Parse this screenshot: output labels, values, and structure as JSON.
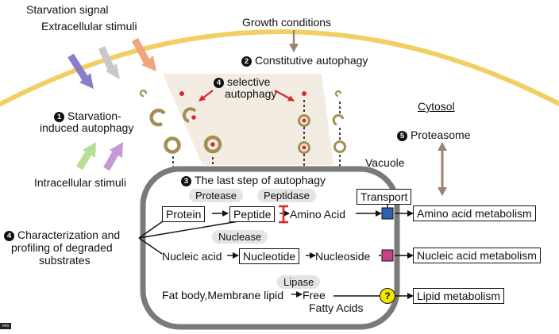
{
  "labels": {
    "starvation_signal": "Starvation signal",
    "extracellular_stimuli": "Extracellular stimuli",
    "growth_conditions": "Growth conditions",
    "constitutive_num": "2",
    "constitutive_autophagy": "Constitutive autophagy",
    "selective_num": "4",
    "selective_line1": "selective",
    "selective_line2": "autophagy",
    "cytosol": "Cytosol",
    "starvation_num": "1",
    "starvation_line1": "Starvation-",
    "starvation_line2": "induced autophagy",
    "proteasome_num": "5",
    "proteasome": "Proteasome",
    "intracellular_stimuli": "Intracellular stimuli",
    "vacuole": "Vacuole",
    "last_step_num": "3",
    "last_step": "The last step of autophagy",
    "characterization_num": "4",
    "characterization_line1": "Characterization and",
    "characterization_line2": "profiling of degraded",
    "characterization_line3": "substrates",
    "scale_bar": "mm"
  },
  "enzymes": {
    "protease": "Protease",
    "peptidase": "Peptidase",
    "nuclease": "Nuclease",
    "lipase": "Lipase"
  },
  "pathway": {
    "protein": "Protein",
    "peptide": "Peptide",
    "amino_acid": "Amino Acid",
    "nucleic_acid": "Nucleic acid",
    "nucleotide": "Nucleotide",
    "nucleoside": "Nucleoside",
    "fat_body": "Fat body,Membrane lipid",
    "free": "Free",
    "fatty_acids": "Fatty Acids",
    "unknown_transporter": "?"
  },
  "transport": "Transport",
  "metabolism": {
    "amino_acid": "Amino acid metabolism",
    "nucleic_acid": "Nucleic acid metabolism",
    "lipid": "Lipid metabolism"
  },
  "colors": {
    "membrane": "#f2cf63",
    "vacuole_border": "#7a7a7a",
    "starvation_arrow": "#8a7dcb",
    "extracellular_arrow": "#c8c8c8",
    "growth_arrow": "#f2a57d",
    "intracellular_green": "#b6df95",
    "intracellular_purple": "#c39ad3",
    "proteasome_arrow": "#9b8474",
    "autophagosome": "#a38f55",
    "cargo": "#d92a2a",
    "amino_transporter": "#2f5fae",
    "nucleic_transporter": "#c9408a",
    "lipid_transporter": "#f2e600"
  }
}
